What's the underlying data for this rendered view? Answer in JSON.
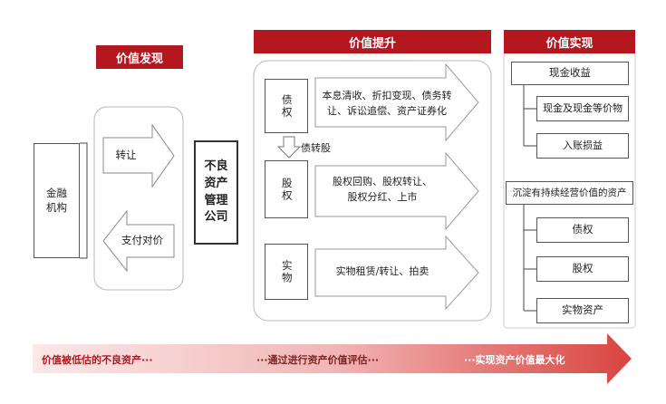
{
  "headers": {
    "discovery": "价值发现",
    "improvement": "价值提升",
    "realization": "价值实现"
  },
  "left": {
    "financial_institution": "金融\n机构",
    "transfer": "转让",
    "pay_consideration": "支付对价",
    "amc": "不良\n资产\n管理\n公司"
  },
  "middle": {
    "debt": "债权",
    "equity": "股权",
    "physical": "实物",
    "debt_to_equity": "债转股",
    "debt_methods": "本息清收、折扣变现、债务转\n让、诉讼追偿、资产证券化",
    "equity_methods": "股权回购、股权转让、\n股权分红、上市",
    "physical_methods": "实物租赁/转让、拍卖"
  },
  "right": {
    "cash_income": "现金收益",
    "cash_equivalents": "现金及现金等价物",
    "book_loss": "入账损益",
    "sustained_assets": "沉淀有持续经营价值的资产",
    "debt": "债权",
    "equity": "股权",
    "physical_assets": "实物资产"
  },
  "bottom": {
    "left": "价值被低估的不良资产···",
    "middle": "···通过进行资产价值评估···",
    "right": "···实现资产价值最大化"
  },
  "colors": {
    "brand_red": "#b5171e",
    "bottom_text": "#c0392b"
  }
}
